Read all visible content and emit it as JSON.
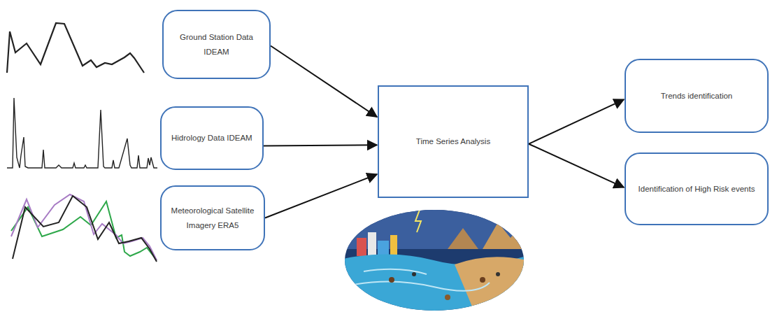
{
  "diagram": {
    "nodes": [
      {
        "text": [
          "Ground Station Data IDEAM"
        ]
      },
      {
        "text": [
          "Hidrology Data IDEAM"
        ]
      },
      {
        "text": [
          "Meteorological Satellite Imagery ERA5"
        ]
      },
      {
        "text": [
          "Time Series Analysis"
        ]
      },
      {
        "text": [
          "Trends identification"
        ]
      },
      {
        "text": [
          "Identification of High Risk events"
        ]
      }
    ],
    "edges": [
      {
        "from": 0,
        "to": 3,
        "arrow": "to"
      },
      {
        "from": 1,
        "to": 3,
        "arrow": "to"
      },
      {
        "from": 2,
        "to": 3,
        "arrow": "to"
      },
      {
        "from": 3,
        "to": 4,
        "arrow": "to"
      },
      {
        "from": 3,
        "to": 5,
        "arrow": "to"
      }
    ]
  }
}
